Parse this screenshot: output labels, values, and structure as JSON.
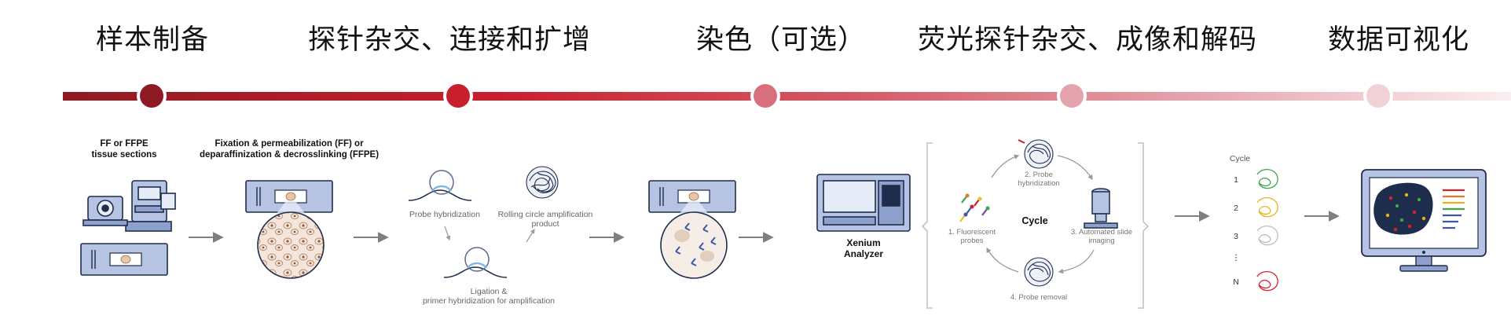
{
  "stages": [
    {
      "title": "样本制备"
    },
    {
      "title": "探针杂交、连接和扩增"
    },
    {
      "title": "染色（可选）"
    },
    {
      "title": "荧光探针杂交、成像和解码"
    },
    {
      "title": "数据可视化"
    }
  ],
  "colors": {
    "dark_red": "#8e1b24",
    "red": "#c81f2d",
    "rose": "#d7707c",
    "pink": "#e4a3ad",
    "light_pink": "#f1d0d6",
    "slide_blue": "#b6c3e3",
    "navy": "#1f2d4d"
  },
  "labels": {
    "ff_ffpe_line1": "FF or FFPE",
    "ff_ffpe_line2": "tissue sections",
    "fixation_line1": "Fixation & permeabilization (FF) or",
    "fixation_line2": "deparaffinization & decrosslinking (FFPE)",
    "probe_hyb": "Probe hybridization",
    "rca_line1": "Rolling circle amplification",
    "rca_line2": "product",
    "ligation_line1": "Ligation &",
    "ligation_line2": "primer hybridization for amplification",
    "xenium_line1": "Xenium",
    "xenium_line2": "Analyzer",
    "cycle_center": "Cycle",
    "cyc_step2_line1": "2. Probe",
    "cyc_step2_line2": "hybridization",
    "cyc_step1_line1": "1. Fluorescent",
    "cyc_step1_line2": "probes",
    "cyc_step3_line1": "3. Automated slide",
    "cyc_step3_line2": "imaging",
    "cyc_step4": "4. Probe removal",
    "cycle_header": "Cycle",
    "cycle_rows": [
      "1",
      "2",
      "3",
      "⋮",
      "N"
    ]
  }
}
